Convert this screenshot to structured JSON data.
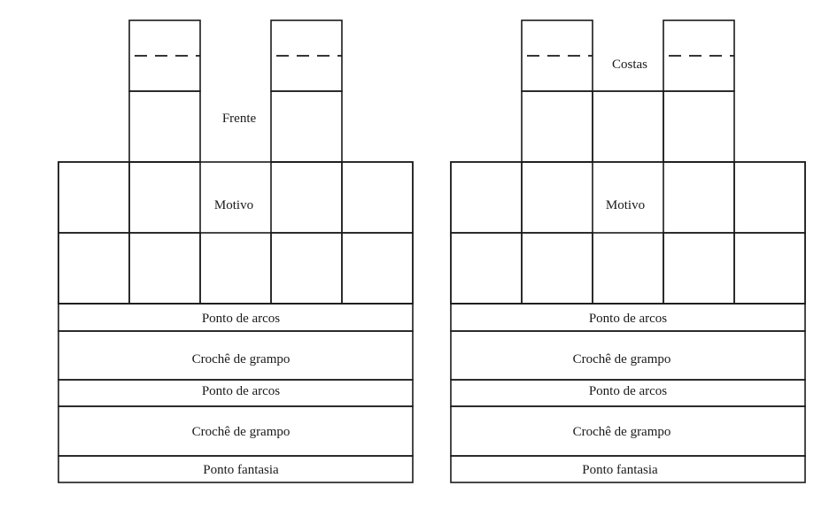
{
  "front": {
    "title": "Frente",
    "motif": "Motivo",
    "bands": [
      "Ponto de arcos",
      "Crochê de grampo",
      "Ponto de arcos",
      "Crochê de grampo",
      "Ponto fantasia"
    ]
  },
  "back": {
    "title": "Costas",
    "motif": "Motivo",
    "bands": [
      "Ponto de arcos",
      "Crochê de grampo",
      "Ponto de arcos",
      "Crochê de grampo",
      "Ponto fantasia"
    ]
  },
  "colors": {
    "line": "#1a1a1a",
    "background": "#ffffff"
  }
}
